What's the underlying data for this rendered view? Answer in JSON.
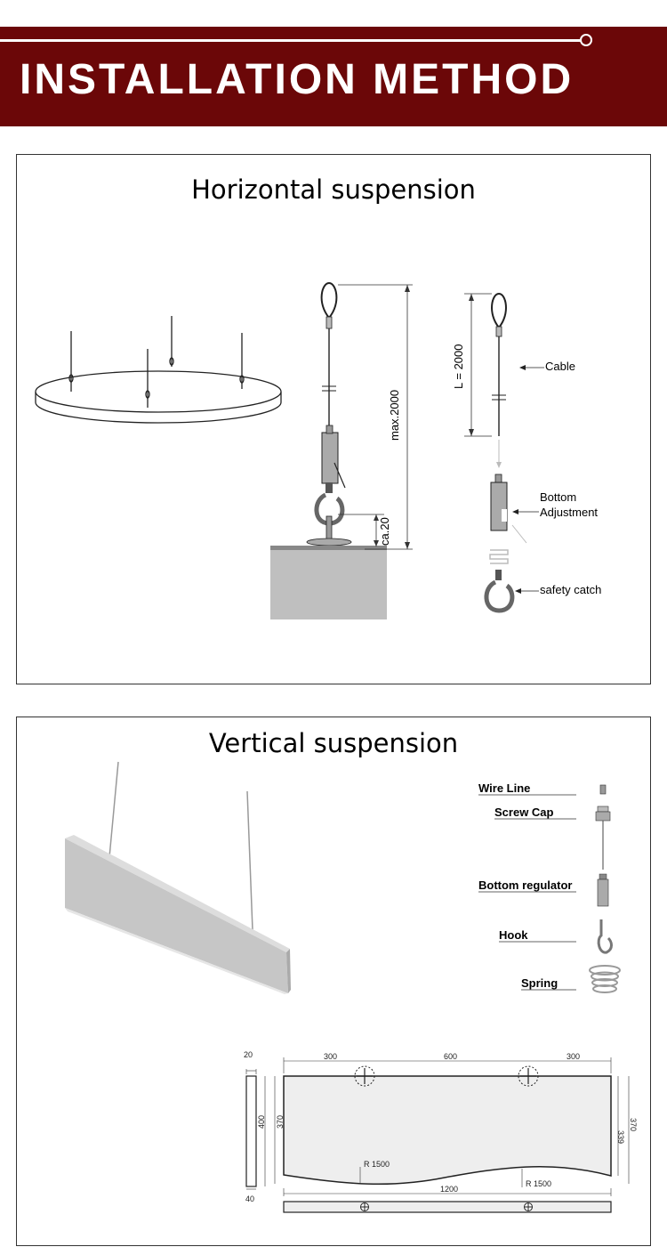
{
  "header": {
    "title": "INSTALLATION METHOD",
    "color": "#6b0708"
  },
  "horizontal": {
    "title": "Horizontal suspension",
    "max_label": "max.2000",
    "ca_label": "ca.20",
    "length_label": "L = 2000",
    "parts": {
      "cable": "Cable",
      "bottom": "Bottom",
      "adjustment": "Adjustment",
      "safety": "safety catch"
    }
  },
  "vertical": {
    "title": "Vertical suspension",
    "parts": {
      "wire": "Wire Line",
      "cap": "Screw Cap",
      "regulator": "Bottom regulator",
      "hook": "Hook",
      "spring": "Spring"
    },
    "dims": {
      "w20": "20",
      "w40": "40",
      "h400": "400",
      "h370": "370",
      "d300a": "300",
      "d600": "600",
      "d300b": "300",
      "r1": "R 1500",
      "r2": "R 1500",
      "d1200": "1200",
      "h339": "339",
      "h370b": "370"
    }
  }
}
